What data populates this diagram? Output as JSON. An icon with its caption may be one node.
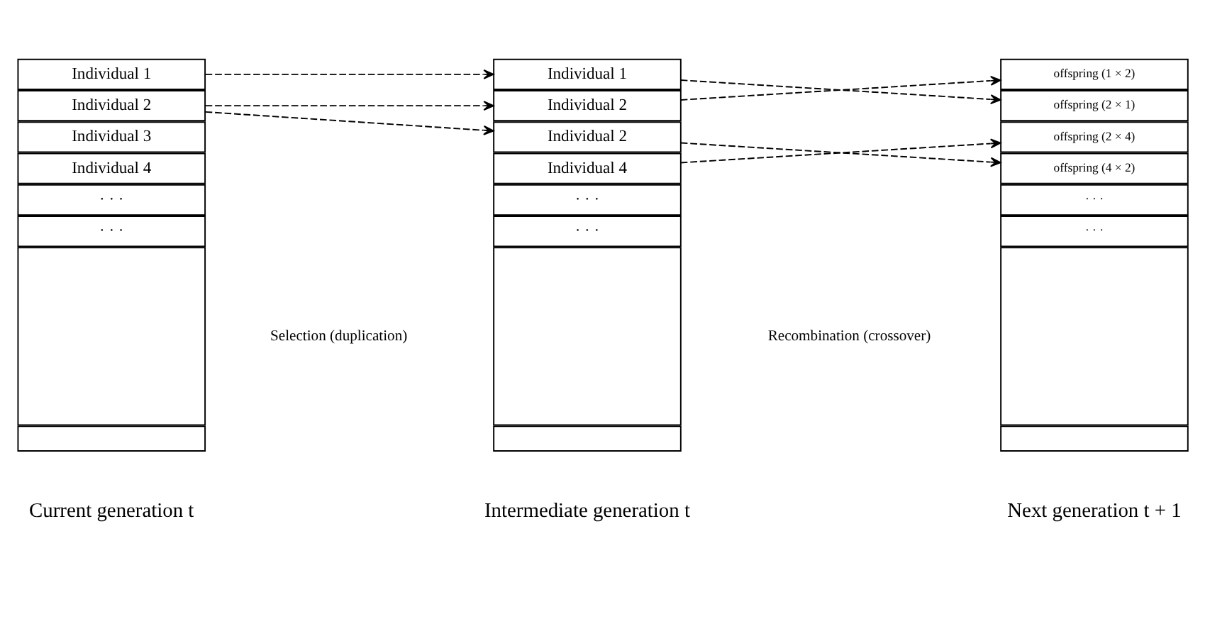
{
  "diagram": {
    "nodes": [
      {
        "text": [
          "Individual 1"
        ]
      },
      {
        "text": [
          "Individual 2"
        ]
      },
      {
        "text": [
          "Individual 3"
        ]
      },
      {
        "text": [
          "Individual 4"
        ]
      },
      {
        "text": [
          "· · ·"
        ]
      },
      {
        "text": [
          "· · ·"
        ]
      },
      {
        "text": [],
        "shape": "box"
      },
      {
        "text": [],
        "shape": "box"
      },
      {
        "text": [
          "Individual 1"
        ]
      },
      {
        "text": [
          "Individual 2"
        ]
      },
      {
        "text": [
          "Individual 2"
        ]
      },
      {
        "text": [
          "Individual 4"
        ]
      },
      {
        "text": [
          "· · ·"
        ]
      },
      {
        "text": [
          "· · ·"
        ]
      },
      {
        "text": [],
        "shape": "box"
      },
      {
        "text": [],
        "shape": "box"
      },
      {
        "text": [
          "offspring (1 × 2)"
        ]
      },
      {
        "text": [
          "offspring (2 × 1)"
        ]
      },
      {
        "text": [
          "offspring (2 × 4)"
        ]
      },
      {
        "text": [
          "offspring (4 × 2)"
        ]
      },
      {
        "text": [
          "· · ·"
        ]
      },
      {
        "text": [
          "· · ·"
        ]
      },
      {
        "text": [],
        "shape": "box"
      },
      {
        "text": [],
        "shape": "box"
      }
    ],
    "edges": [
      {
        "from": 0,
        "to": 8,
        "arrow": "to",
        "style": "dashed"
      },
      {
        "from": 1,
        "to": 9,
        "arrow": "to",
        "style": "dashed"
      },
      {
        "from": 1,
        "to": 10,
        "arrow": "to",
        "style": "dashed"
      },
      {
        "from": 8,
        "to": 17,
        "arrow": "to",
        "style": "dashed"
      },
      {
        "from": 9,
        "to": 16,
        "arrow": "to",
        "style": "dashed"
      },
      {
        "from": 10,
        "to": 19,
        "arrow": "to",
        "style": "dashed"
      },
      {
        "from": 11,
        "to": 18,
        "arrow": "to",
        "style": "dashed"
      }
    ],
    "labels": [
      "Selection (duplication)",
      "Recombination (crossover)",
      "Current generation t",
      "Intermediate generation t",
      "Next generation t + 1"
    ]
  }
}
